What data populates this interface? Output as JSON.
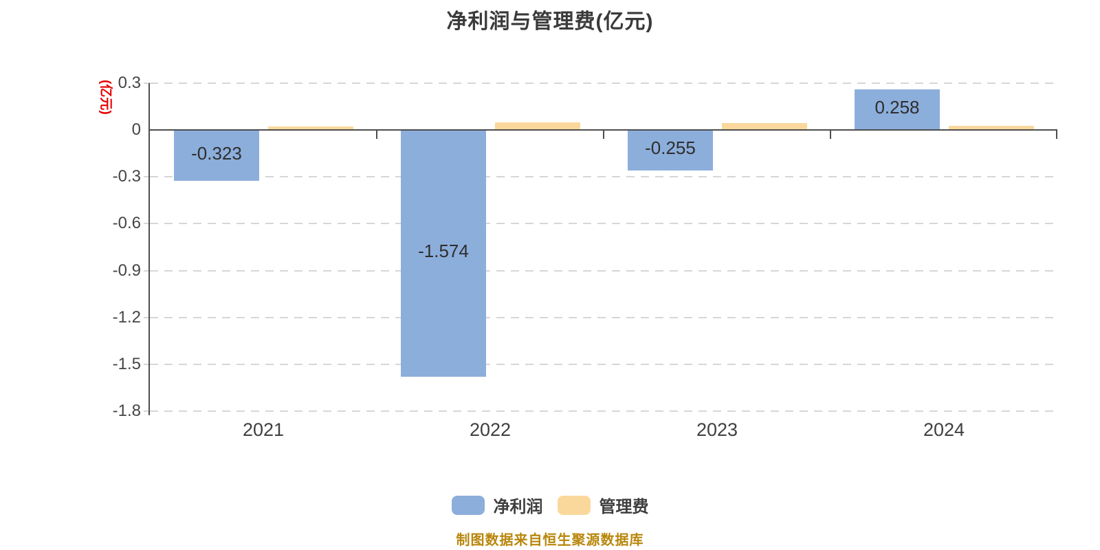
{
  "chart": {
    "title": "净利润与管理费(亿元)",
    "y_axis_name": "(亿元)",
    "source_note": "制图数据来自恒生聚源数据库"
  },
  "legend": {
    "items": [
      {
        "label": "净利润",
        "color": "#8CAEDB"
      },
      {
        "label": "管理费",
        "color": "#FAD89C"
      }
    ]
  },
  "colors": {
    "net_profit_bar": "#8CAEDB",
    "mgmt_fee_bar": "#FAD89C",
    "axis_line": "#4d4d4d",
    "gridline": "#d6d6d6",
    "axis_unit_red": "#e60000",
    "source_amber": "#b8860b"
  },
  "chart_data": {
    "type": "bar",
    "title": "净利润与管理费(亿元)",
    "y_axis_name": "(亿元)",
    "categories": [
      "2021",
      "2022",
      "2023",
      "2024"
    ],
    "series": [
      {
        "name": "净利润",
        "color": "#8CAEDB",
        "values": [
          -0.323,
          -1.574,
          -0.255,
          0.258
        ],
        "value_labels": [
          "-0.323",
          "-1.574",
          "-0.255",
          "0.258"
        ],
        "labels_visible": true
      },
      {
        "name": "管理费",
        "color": "#FAD89C",
        "values": [
          0.02,
          0.048,
          0.044,
          0.026
        ],
        "labels_visible": false
      }
    ],
    "y_ticks": [
      0.3,
      0,
      -0.3,
      -0.6,
      -0.9,
      -1.2,
      -1.5,
      -1.8
    ],
    "ylim": [
      -1.8,
      0.3
    ],
    "grid": "horizontal-dashed",
    "legend_position": "bottom",
    "source_note": "制图数据来自恒生聚源数据库"
  }
}
